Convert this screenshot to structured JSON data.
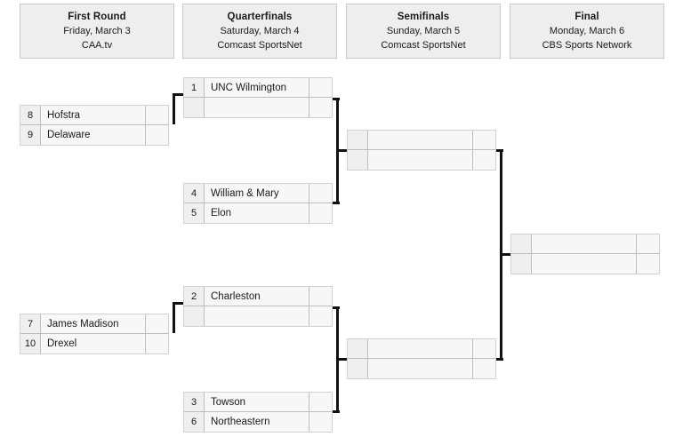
{
  "headers": [
    {
      "title": "First Round",
      "date": "Friday, March 3",
      "network": "CAA.tv"
    },
    {
      "title": "Quarterfinals",
      "date": "Saturday, March 4",
      "network": "Comcast SportsNet"
    },
    {
      "title": "Semifinals",
      "date": "Sunday, March 5",
      "network": "Comcast SportsNet"
    },
    {
      "title": "Final",
      "date": "Monday, March 6",
      "network": "CBS Sports Network"
    }
  ],
  "matchups": {
    "r1_top": {
      "top": {
        "seed": "8",
        "team": "Hofstra",
        "score": ""
      },
      "bottom": {
        "seed": "9",
        "team": "Delaware",
        "score": ""
      }
    },
    "r1_bottom": {
      "top": {
        "seed": "7",
        "team": "James Madison",
        "score": ""
      },
      "bottom": {
        "seed": "10",
        "team": "Drexel",
        "score": ""
      }
    },
    "qf1": {
      "top": {
        "seed": "1",
        "team": "UNC Wilmington",
        "score": ""
      },
      "bottom": {
        "seed": "",
        "team": "",
        "score": ""
      }
    },
    "qf2": {
      "top": {
        "seed": "4",
        "team": "William & Mary",
        "score": ""
      },
      "bottom": {
        "seed": "5",
        "team": "Elon",
        "score": ""
      }
    },
    "qf3": {
      "top": {
        "seed": "2",
        "team": "Charleston",
        "score": ""
      },
      "bottom": {
        "seed": "",
        "team": "",
        "score": ""
      }
    },
    "qf4": {
      "top": {
        "seed": "3",
        "team": "Towson",
        "score": ""
      },
      "bottom": {
        "seed": "6",
        "team": "Northeastern",
        "score": ""
      }
    },
    "sf_top": {
      "top": {
        "seed": "",
        "team": "",
        "score": ""
      },
      "bottom": {
        "seed": "",
        "team": "",
        "score": ""
      }
    },
    "sf_bottom": {
      "top": {
        "seed": "",
        "team": "",
        "score": ""
      },
      "bottom": {
        "seed": "",
        "team": "",
        "score": ""
      }
    },
    "final": {
      "top": {
        "seed": "",
        "team": "",
        "score": ""
      },
      "bottom": {
        "seed": "",
        "team": "",
        "score": ""
      }
    }
  }
}
